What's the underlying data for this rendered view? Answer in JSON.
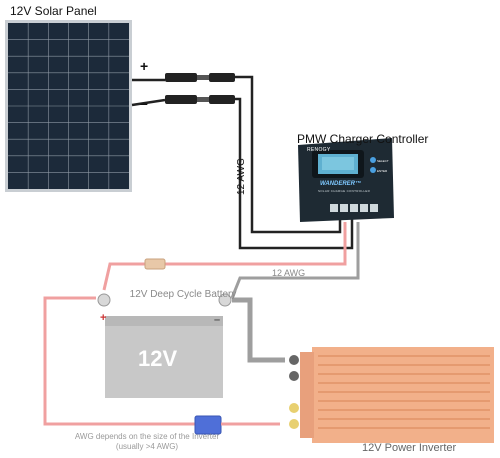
{
  "diagram": {
    "panel_title": "12V Solar Panel",
    "positive_symbol": "+",
    "negative_symbol": "–",
    "controller_title": "PMW Charger Controller",
    "controller_brand": "RENOGY",
    "controller_model": "WANDERER™",
    "controller_subtitle": "SOLAR CHARGE CONTROLLER",
    "controller_button_1": "SELECT",
    "controller_button_2": "ENTER",
    "awg_vertical": "12 AWG",
    "awg_horizontal": "12 AWG",
    "battery_title": "12V Deep Cycle Battery",
    "battery_voltage": "12V",
    "battery_plus": "+",
    "battery_minus": "–",
    "awg_note": "AWG depends on the size of the Inverter (usually >4 AWG)",
    "inverter_title": "12V Power Inverter"
  },
  "colors": {
    "panel_cell": "#1c2a3a",
    "panel_frame": "#c9ced3",
    "wire_dark": "#222222",
    "wire_red_faded": "#f0a0a0",
    "wire_gray_faded": "#9e9e9e",
    "controller_body": "#1e2a33",
    "controller_screen": "#5fb0d0",
    "battery_body": "#c8c8c8",
    "inverter_body": "#f2b08a",
    "fuse_blue": "#4f6fd8",
    "fuse_tan": "#e8c8a8"
  }
}
